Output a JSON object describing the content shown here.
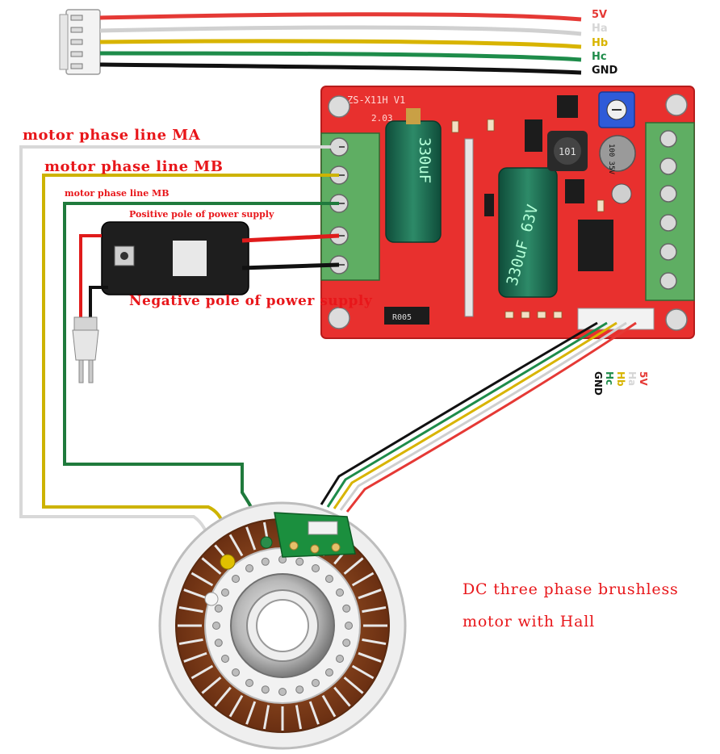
{
  "labels": {
    "phase_ma": "motor phase line MA",
    "phase_mb": "motor phase line MB",
    "phase_mb_small": "motor phase line MB",
    "positive_pole": "Positive pole of power supply",
    "negative_pole": "Negative pole of power supply",
    "motor_line1": "DC three phase brushless",
    "motor_line2": "motor with Hall"
  },
  "connector_top": [
    {
      "label": "5V",
      "color": "#e53935"
    },
    {
      "label": "Ha",
      "color": "#dcdcdc"
    },
    {
      "label": "Hb",
      "color": "#d8b400"
    },
    {
      "label": "Hc",
      "color": "#1e8c4a"
    },
    {
      "label": "GND",
      "color": "#111111"
    }
  ],
  "connector_side": [
    {
      "label": "5V",
      "color": "#e53935"
    },
    {
      "label": "Ha",
      "color": "#dcdcdc"
    },
    {
      "label": "Hb",
      "color": "#d8b400"
    },
    {
      "label": "Hc",
      "color": "#1e8c4a"
    },
    {
      "label": "GND",
      "color": "#111111"
    }
  ],
  "board": {
    "model": "ZS-X11H V1",
    "cap_left": "330uF",
    "cap_right": "330uF 63V",
    "inductor": "101",
    "cap_small": "100 35V",
    "resistor": "R005"
  },
  "colors": {
    "board": "#e8302e",
    "terminal": "#5fae63",
    "label_red": "#e8161a",
    "wire_white": "#dedede",
    "wire_yellow": "#cdb300",
    "wire_green": "#1f7a3c",
    "wire_red": "#e01b1b",
    "wire_black": "#111111"
  }
}
